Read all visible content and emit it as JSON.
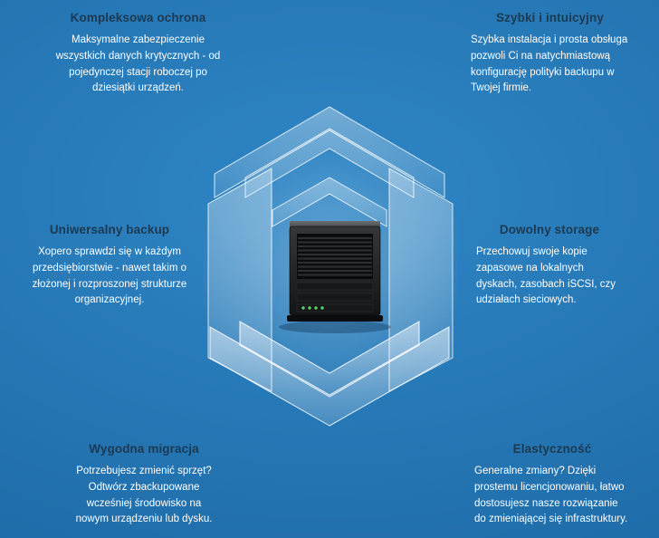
{
  "features": [
    {
      "id": "kompleksowa-ochrona",
      "title": "Kompleksowa ochrona",
      "body": "Maksymalne zabezpieczenie wszystkich danych krytycznych - od pojedynczej stacji roboczej po dziesiątki urządzeń."
    },
    {
      "id": "szybki-i-intuicyjny",
      "title": "Szybki i intuicyjny",
      "body": "Szybka instalacja i prosta obsługa pozwoli Ci na natychmiastową konfigurację polityki backupu w Twojej firmie."
    },
    {
      "id": "uniwersalny-backup",
      "title": "Uniwersalny backup",
      "body": "Xopero sprawdzi się w każdym przedsiębiorstwie - nawet takim o złożonej i rozproszonej strukturze organizacyjnej."
    },
    {
      "id": "dowolny-storage",
      "title": "Dowolny storage",
      "body": "Przechowuj swoje kopie zapasowe na lokalnych dyskach, zasobach iSCSI, czy udziałach sieciowych."
    },
    {
      "id": "wygodna-migracja",
      "title": "Wygodna migracja",
      "body": "Potrzebujesz zmienić sprzęt? Odtwórz zbackupowane wcześniej środowisko na nowym urządzeniu lub dysku."
    },
    {
      "id": "elastycznosc",
      "title": "Elastyczność",
      "body": "Generalne zmiany? Dzięki prostemu licencjonowaniu, łatwo dostosujesz nasze rozwiązanie do zmieniającej się infrastruktury."
    }
  ],
  "illustration": {
    "icon": "server-in-glass-cube",
    "led_color": "#53d769"
  },
  "colors": {
    "background_top": "#2f86c5",
    "background_mid": "#2678b6",
    "background_bottom": "#1c69a5",
    "heading": "#1d3a52",
    "body_text": "#ffffff",
    "led": "#53d769"
  }
}
